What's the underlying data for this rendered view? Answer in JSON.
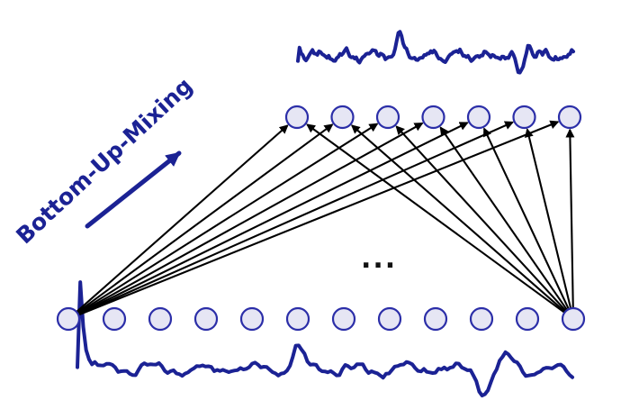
{
  "diagram": {
    "label": "Bottom-Up-Mixing",
    "ellipsis": "...",
    "bottom_node_count": 12,
    "top_node_count": 7,
    "colors": {
      "accent": "#1b2294",
      "node_fill": "#e6e6f4",
      "node_stroke": "#2b2ea8",
      "edge": "#000000",
      "background": "#ffffff"
    }
  }
}
